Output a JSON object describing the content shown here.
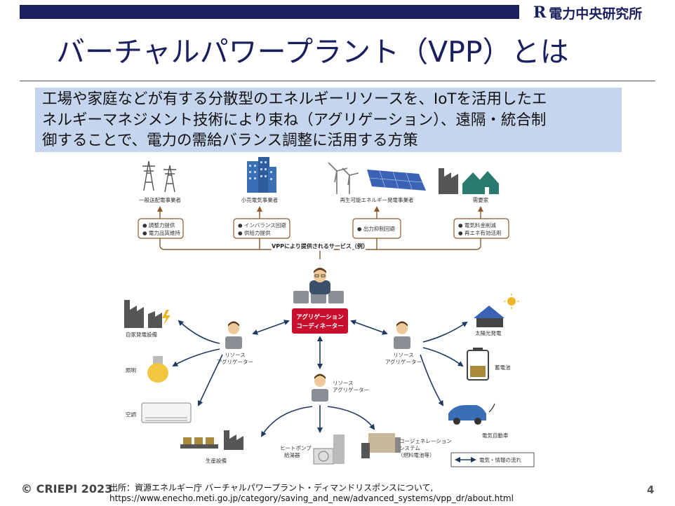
{
  "header": {
    "logo_mark": "R",
    "logo_text": "電力中央研究所"
  },
  "slide": {
    "title": "バーチャルパワープラント（VPP）とは"
  },
  "definition": {
    "lines": [
      "工場や家庭などが有する分散型のエネルギーリソースを、IoTを活用したエ",
      "ネルギーマネジメント技術により束ね（アグリゲーション）、遠隔・統合制",
      "御することで、電力の需給バランス調整に活用する方策"
    ]
  },
  "diagram": {
    "top_entities": [
      {
        "label": "一般送配電事業者",
        "services": [
          "● 調整力提供",
          "● 電力品質維持"
        ]
      },
      {
        "label": "小売電気事業者",
        "services": [
          "● インバランス回避",
          "● 供給力提供"
        ]
      },
      {
        "label": "再生可能エネルギー発電事業者",
        "services": [
          "● 出力抑制回避"
        ]
      },
      {
        "label": "需要家",
        "services": [
          "● 電気料金削減",
          "● 再エネ有効活用"
        ]
      }
    ],
    "service_banner": "VPPにより提供されるサービス（例）",
    "coordinator": {
      "line1": "アグリゲーション",
      "line2": "コーディネーター"
    },
    "resource_aggregator": {
      "line1": "リソース",
      "line2": "アグリゲーター"
    },
    "left_resources": [
      "自家発電設備",
      "照明",
      "空調"
    ],
    "right_resources": [
      "太陽光発電",
      "蓄電池",
      "電気自動車"
    ],
    "bottom_resources": [
      "生産設備",
      "ヒートポンプ給湯器",
      "コージェネレーションシステム（燃料電池等）"
    ],
    "bottom_resources_lines": {
      "heatpump": [
        "ヒートポンプ",
        "給湯器"
      ],
      "cogen": [
        "コージェネレーション",
        "システム",
        "（燃料電池等）"
      ]
    },
    "legend": "電気・情報の流れ",
    "colors": {
      "brown": "#8b5a2b",
      "navy": "#1f3a5f",
      "crimson": "#c8102e",
      "building": "#3a6fb5",
      "panel": "#3b63b5",
      "house": "#2a7a6f",
      "battery": "#a88a3a",
      "ev": "#3b6fb5"
    }
  },
  "footer": {
    "copyright": "©  CRIEPI  2023",
    "source_line1": "出所：資源エネルギー庁 バーチャルパワープラント・ディマンドリスポンスについて,",
    "source_line2": "https://www.enecho.meti.go.jp/category/saving_and_new/advanced_systems/vpp_dr/about.html",
    "page_number": "4"
  }
}
